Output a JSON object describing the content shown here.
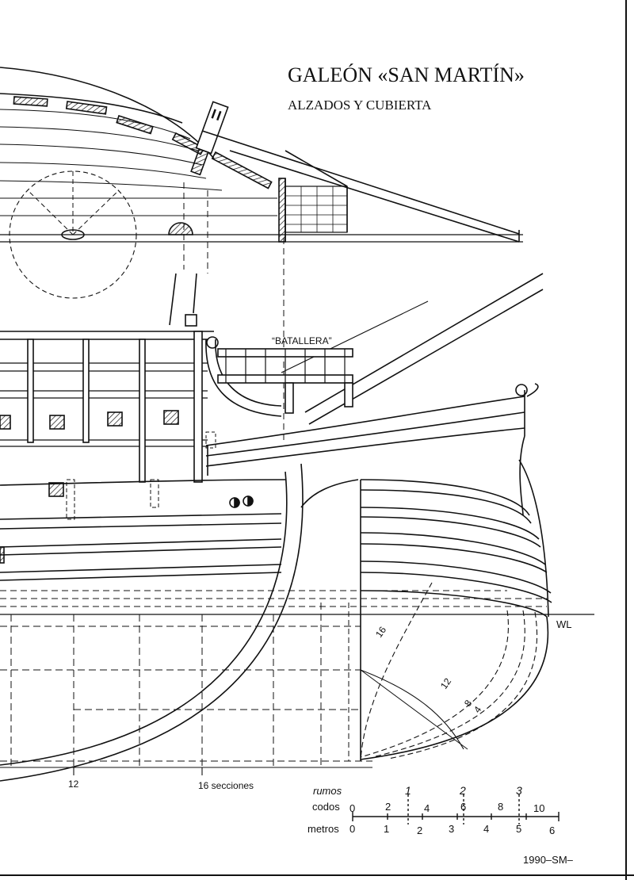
{
  "title": "GALEÓN «SAN MARTÍN»",
  "subtitle": "ALZADOS Y CUBIERTA",
  "labels": {
    "batallera": "“BATALLERA”",
    "waterline": "WL",
    "section_12": "12",
    "sections": "16 secciones",
    "curve_16": "16",
    "curve_12": "12",
    "curve_8": "8",
    "curve_4": "4"
  },
  "scale": {
    "rumos_label": "rumos",
    "codos_label": "codos",
    "metros_label": "metros",
    "rumos": [
      "1",
      "2",
      "3"
    ],
    "codos": [
      "0",
      "2",
      "4",
      "6",
      "8",
      "10"
    ],
    "metros": [
      "0",
      "1",
      "2",
      "3",
      "4",
      "5",
      "6"
    ]
  },
  "signature": "1990–SM–"
}
